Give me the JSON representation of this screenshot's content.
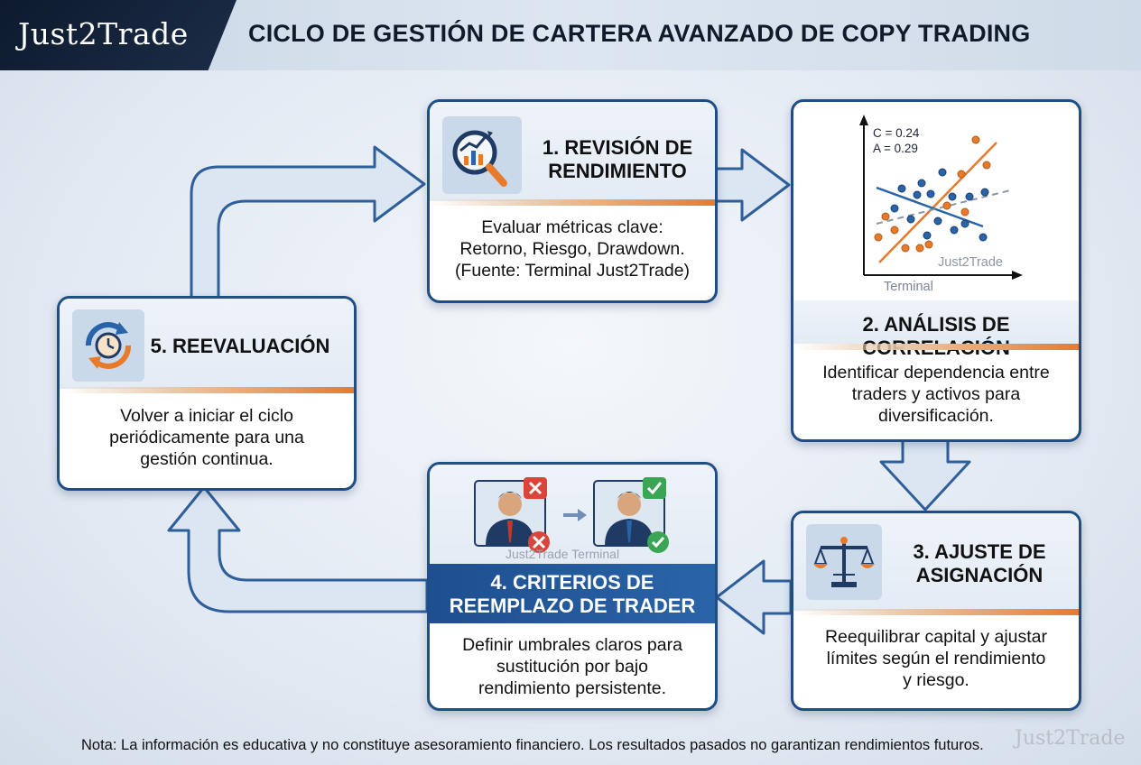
{
  "header": {
    "logo": "Just2Trade",
    "title": "CICLO DE GESTIÓN DE CARTERA AVANZADO DE COPY TRADING"
  },
  "steps": {
    "s1": {
      "title_l1": "1. REVISIÓN DE",
      "title_l2": "RENDIMIENTO",
      "desc_l1": "Evaluar métricas clave:",
      "desc_l2": "Retorno, Riesgo, Drawdown.",
      "desc_l3": "(Fuente: Terminal Just2Trade)"
    },
    "s2": {
      "title": "2. ANÁLISIS DE CORRELACIÓN",
      "desc_l1": "Identificar dependencia entre",
      "desc_l2": "traders y activos para",
      "desc_l3": "diversificación.",
      "chart_label_c": "C = 0.24",
      "chart_label_a": "A = 0.29",
      "chart_watermark": "Just2Trade",
      "chart_caption": "Terminal"
    },
    "s3": {
      "title_l1": "3. AJUSTE DE",
      "title_l2": "ASIGNACIÓN",
      "desc_l1": "Reequilibrar capital y ajustar",
      "desc_l2": "límites según el rendimiento",
      "desc_l3": "y riesgo."
    },
    "s4": {
      "title_l1": "4. CRITERIOS DE",
      "title_l2": "REEMPLAZO DE TRADER",
      "desc_l1": "Definir umbrales claros para",
      "desc_l2": "sustitución por bajo",
      "desc_l3": "rendimiento persistente.",
      "image_caption": "Just2Trade Terminal"
    },
    "s5": {
      "title": "5. REEVALUACIÓN",
      "desc_l1": "Volver a iniciar el ciclo",
      "desc_l2": "periódicamente para una",
      "desc_l3": "gestión continua."
    }
  },
  "footer": {
    "note": "Nota: La información es educativa y no constituye asesoramiento financiero. Los resultados pasados no garantizan rendimientos futuros.",
    "watermark": "Just2Trade"
  },
  "colors": {
    "primary": "#1f4d86",
    "accent": "#e87a2c",
    "arrow_fill": "#dbe6f2",
    "tile": "#c9d9ea"
  },
  "icons": [
    "magnifier-chart-icon",
    "scatter-correlation-icon",
    "balance-scale-icon",
    "trader-swap-icon",
    "clock-cycle-icon"
  ]
}
